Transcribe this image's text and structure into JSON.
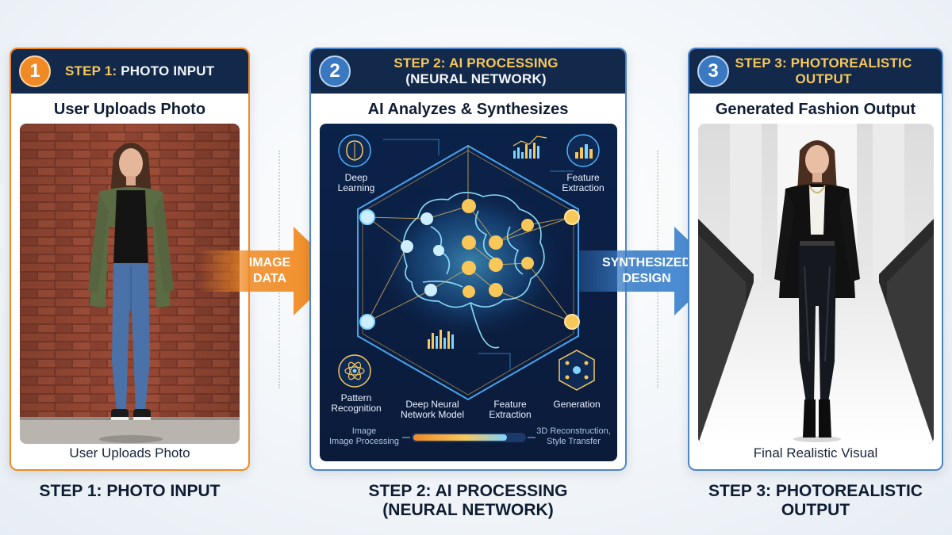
{
  "colors": {
    "navy": "#13294b",
    "orange": "#f08a24",
    "blue": "#3a78c2",
    "gold": "#f7c75a"
  },
  "step1": {
    "number": "1",
    "header_strong": "STEP 1:",
    "header_rest": " PHOTO INPUT",
    "subtitle": "User Uploads Photo",
    "caption": "User Uploads Photo",
    "bottom_label": "STEP 1: PHOTO INPUT"
  },
  "step2": {
    "number": "2",
    "header_strong": "STEP 2:",
    "header_rest": " AI PROCESSING",
    "header_line2": "(NEURAL NETWORK)",
    "subtitle": "AI Analyzes & Synthesizes",
    "bottom_label_line1": "STEP 2: AI PROCESSING",
    "bottom_label_line2": "(NEURAL NETWORK)",
    "diagram": {
      "deep_learning_1": "Deep",
      "deep_learning_2": "Learning",
      "feature_extraction_top_1": "Feature",
      "feature_extraction_top_2": "Extraction",
      "pattern_1": "Pattern",
      "pattern_2": "Recognition",
      "dnn_1": "Deep Neural",
      "dnn_2": "Network Model",
      "feature_extraction_bottom_1": "Feature",
      "feature_extraction_bottom_2": "Extraction",
      "generation": "Generation",
      "image_processing_1": "Image",
      "image_processing_2": "Image Processing",
      "reconstruction_1": "3D Reconstruction,",
      "reconstruction_2": "Style Transfer"
    }
  },
  "step3": {
    "number": "3",
    "header_strong": "STEP 3:",
    "header_rest": " PHOTOREALISTIC",
    "header_line2": "OUTPUT",
    "subtitle": "Generated Fashion Output",
    "caption": "Final Realistic Visual",
    "bottom_label_line1": "STEP 3: PHOTOREALISTIC",
    "bottom_label_line2": "OUTPUT"
  },
  "arrows": {
    "image_data_1": "IMAGE",
    "image_data_2": "DATA",
    "synthesized_1": "SYNTHESIZED",
    "synthesized_2": "DESIGN"
  }
}
